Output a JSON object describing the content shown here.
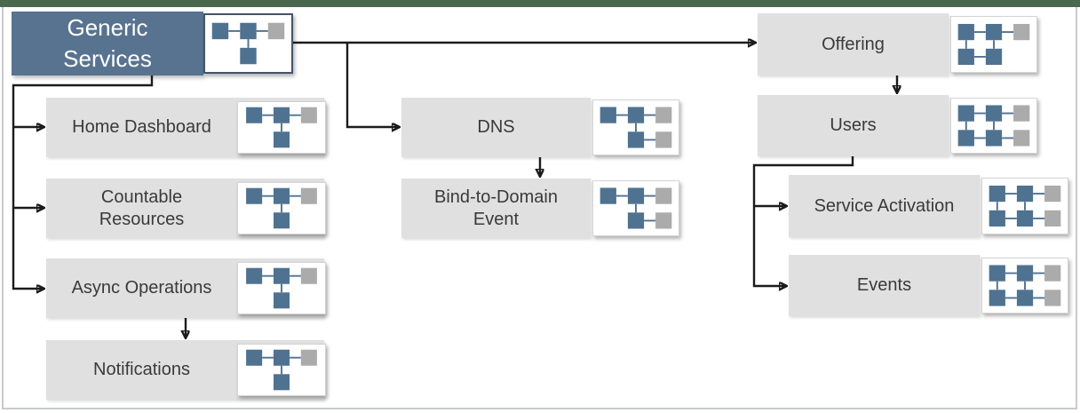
{
  "diagram": {
    "type": "hierarchy-flowchart",
    "root": "Generic Services"
  },
  "nodes": [
    {
      "id": "generic-services",
      "label": "Generic\nServices",
      "icon": "org-chart-tree-icon",
      "fill": "#587390",
      "text_color": "#ffffff"
    },
    {
      "id": "home-dashboard",
      "label": "Home Dashboard",
      "icon": "org-chart-tree-icon",
      "fill": "#e0e0e0",
      "text_color": "#3a3a3a"
    },
    {
      "id": "countable-resources",
      "label": "Countable\nResources",
      "icon": "org-chart-tree-icon",
      "fill": "#e0e0e0",
      "text_color": "#3a3a3a"
    },
    {
      "id": "async-operations",
      "label": "Async Operations",
      "icon": "org-chart-tree-icon",
      "fill": "#e0e0e0",
      "text_color": "#3a3a3a"
    },
    {
      "id": "notifications",
      "label": "Notifications",
      "icon": "org-chart-tree-icon",
      "fill": "#e0e0e0",
      "text_color": "#3a3a3a"
    },
    {
      "id": "dns",
      "label": "DNS",
      "icon": "org-chart-tree2-icon",
      "fill": "#e0e0e0",
      "text_color": "#3a3a3a"
    },
    {
      "id": "bind-to-domain-event",
      "label": "Bind-to-Domain\nEvent",
      "icon": "org-chart-tree2-icon",
      "fill": "#e0e0e0",
      "text_color": "#3a3a3a"
    },
    {
      "id": "offering",
      "label": "Offering",
      "icon": "org-chart-grid5-icon",
      "fill": "#e0e0e0",
      "text_color": "#3a3a3a"
    },
    {
      "id": "users",
      "label": "Users",
      "icon": "org-chart-grid6-icon",
      "fill": "#e0e0e0",
      "text_color": "#3a3a3a"
    },
    {
      "id": "service-activation",
      "label": "Service Activation",
      "icon": "org-chart-grid6-icon",
      "fill": "#e0e0e0",
      "text_color": "#3a3a3a"
    },
    {
      "id": "events",
      "label": "Events",
      "icon": "org-chart-grid6-icon",
      "fill": "#e0e0e0",
      "text_color": "#3a3a3a"
    }
  ],
  "edges": [
    {
      "from": "generic-services",
      "to": "home-dashboard"
    },
    {
      "from": "generic-services",
      "to": "countable-resources"
    },
    {
      "from": "generic-services",
      "to": "async-operations"
    },
    {
      "from": "async-operations",
      "to": "notifications"
    },
    {
      "from": "generic-services",
      "to": "dns"
    },
    {
      "from": "dns",
      "to": "bind-to-domain-event"
    },
    {
      "from": "generic-services",
      "to": "offering"
    },
    {
      "from": "offering",
      "to": "users"
    },
    {
      "from": "users",
      "to": "service-activation"
    },
    {
      "from": "users",
      "to": "events"
    }
  ],
  "colors": {
    "accent_bar": "#4a684e",
    "root_fill": "#587390",
    "node_fill": "#e0e0e0",
    "icon_blue": "#4f7291",
    "icon_gray": "#ababab",
    "root_card_border": "#44546a",
    "connector": "#1b1b1b",
    "frame_border": "#c7cbcc"
  }
}
